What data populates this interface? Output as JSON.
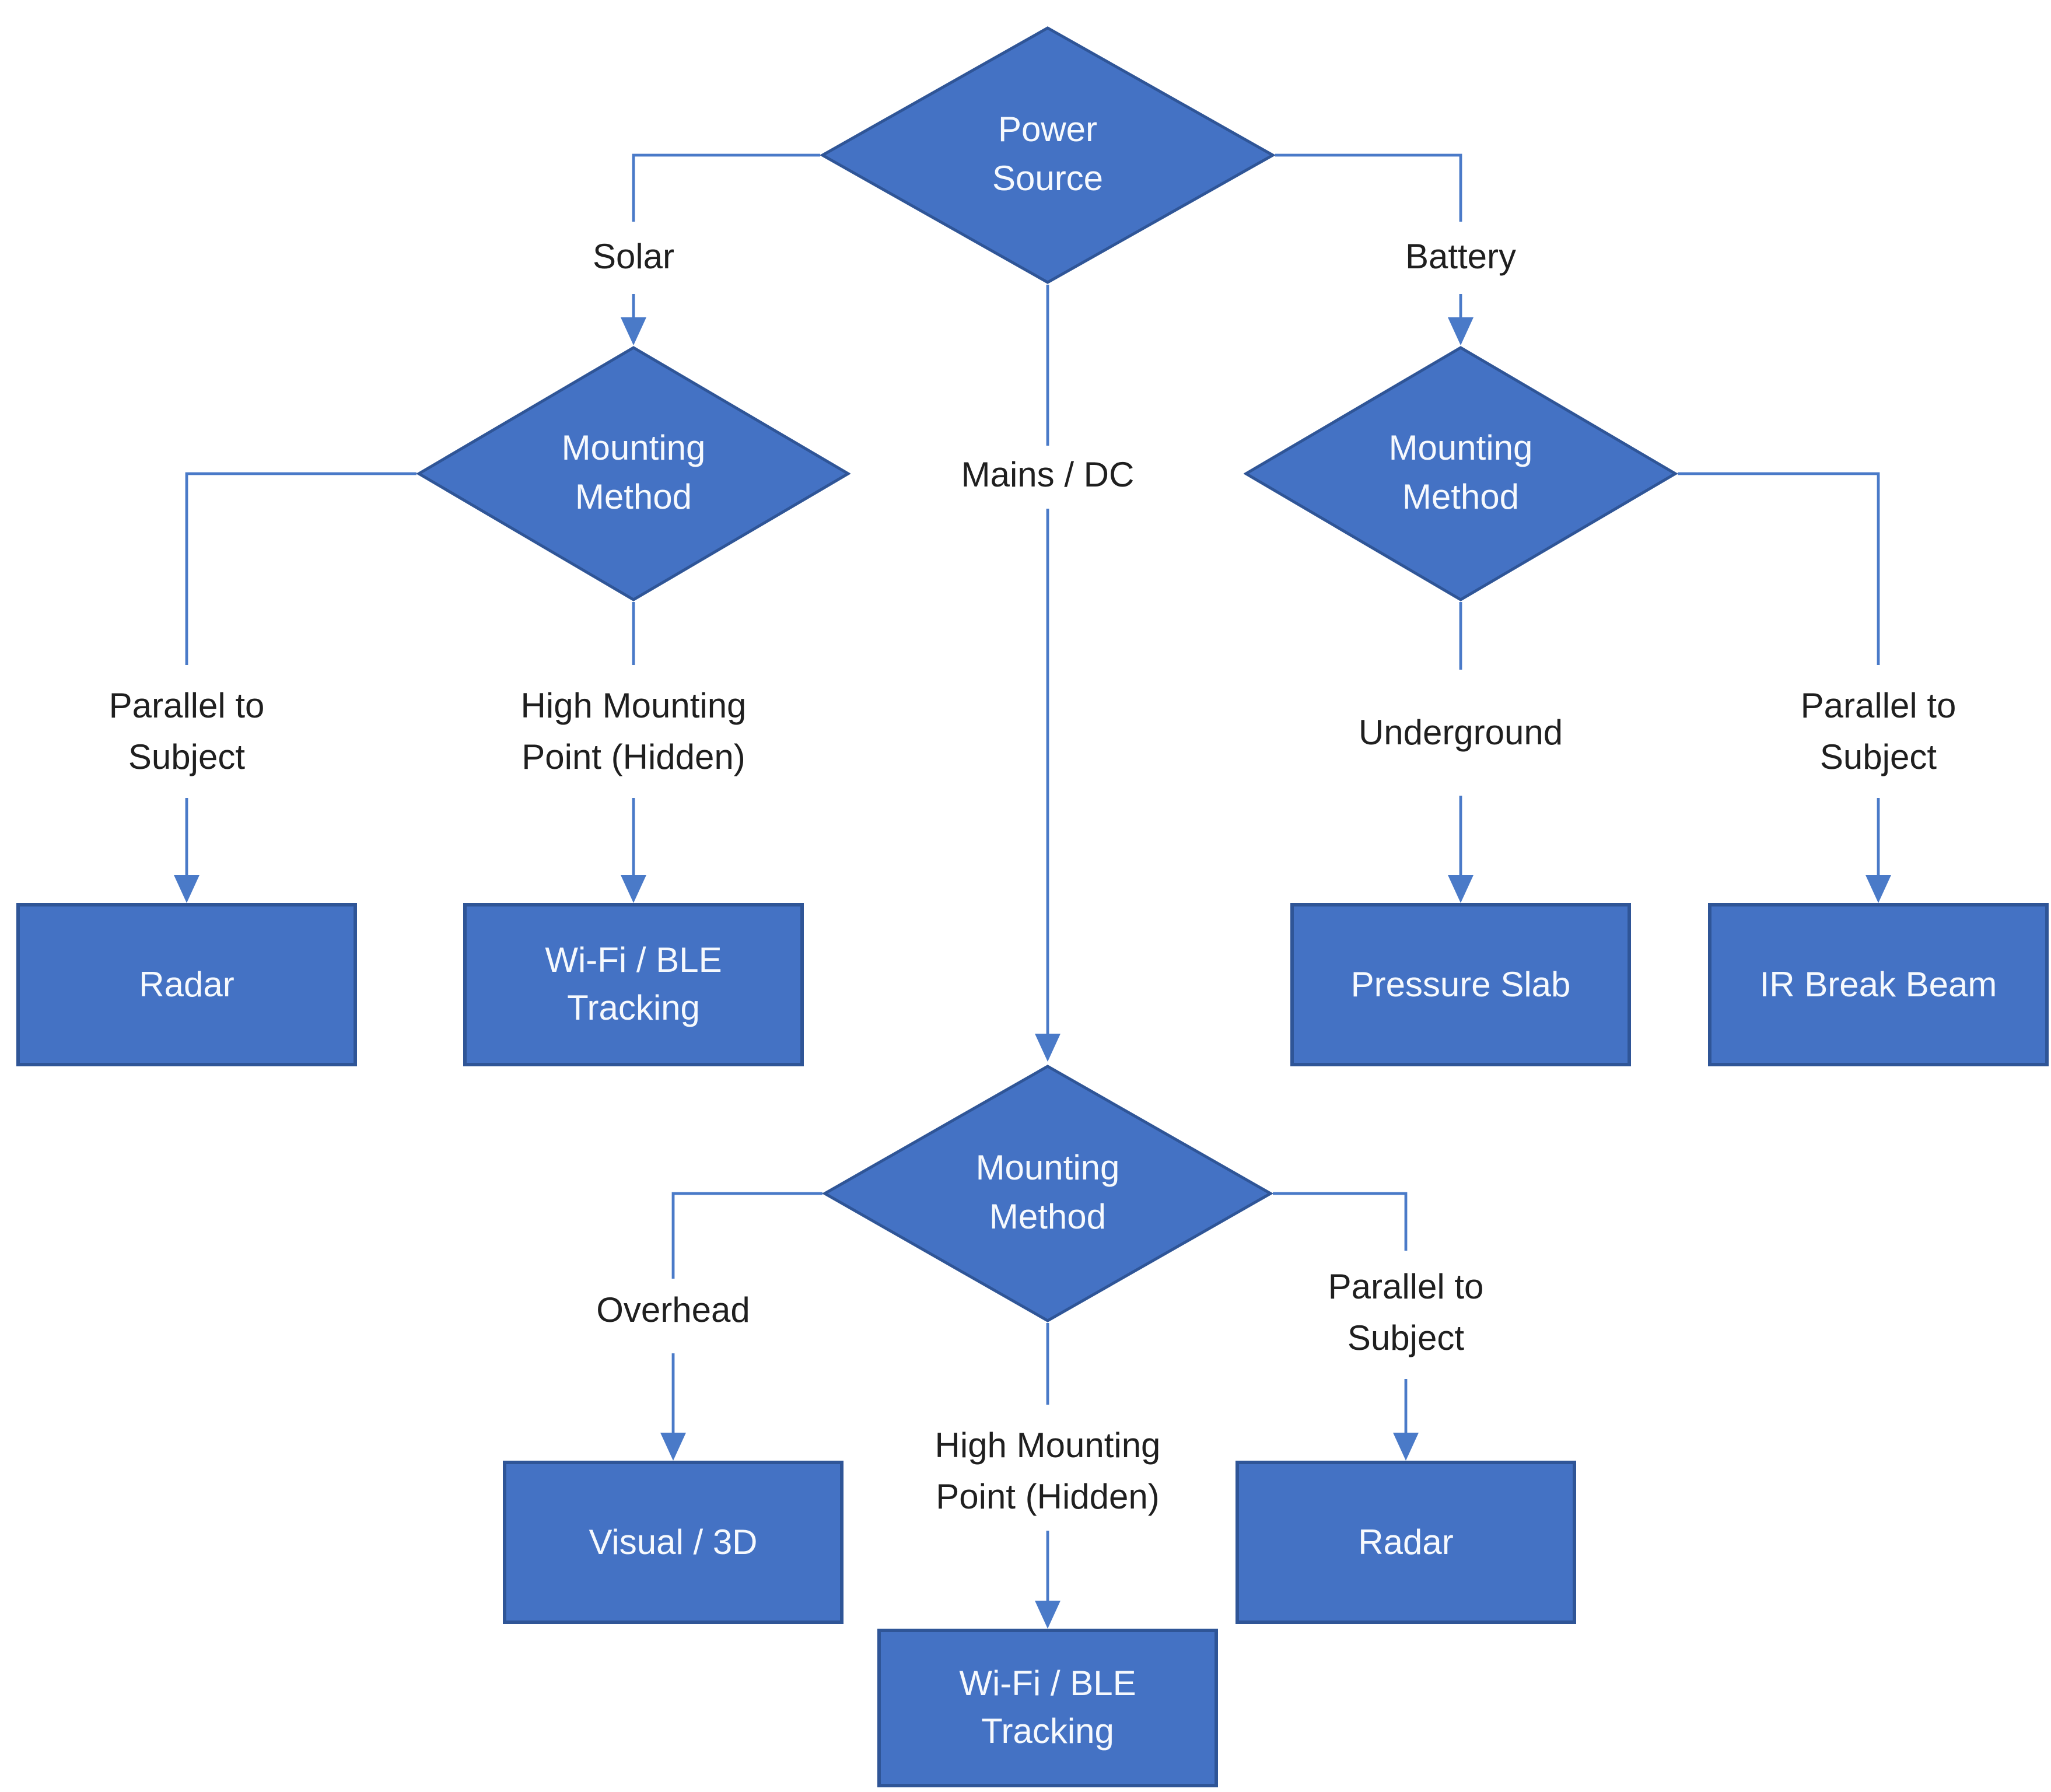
{
  "colors": {
    "shape_fill": "#4472C4",
    "shape_border": "#2F5597",
    "connector": "#4A7AC8",
    "shape_text": "#F6F9FD",
    "label_text": "#1F1F1F",
    "background": "#FFFFFF"
  },
  "nodes": {
    "power_source": {
      "line1": "Power",
      "line2": "Source"
    },
    "mounting_left": {
      "line1": "Mounting",
      "line2": "Method"
    },
    "mounting_right": {
      "line1": "Mounting",
      "line2": "Method"
    },
    "mounting_bottom": {
      "line1": "Mounting",
      "line2": "Method"
    }
  },
  "branch_labels": {
    "solar": "Solar",
    "battery": "Battery",
    "mains_dc": "Mains / DC",
    "parallel_left": {
      "line1": "Parallel to",
      "line2": "Subject"
    },
    "high_mount_left": {
      "line1": "High Mounting",
      "line2": "Point (Hidden)"
    },
    "underground": "Underground",
    "parallel_right": {
      "line1": "Parallel to",
      "line2": "Subject"
    },
    "overhead": "Overhead",
    "parallel_bottom": {
      "line1": "Parallel to",
      "line2": "Subject"
    },
    "high_mount_bottom": {
      "line1": "High Mounting",
      "line2": "Point (Hidden)"
    }
  },
  "outcomes": {
    "radar_left": "Radar",
    "wifi_left": {
      "line1": "Wi-Fi / BLE",
      "line2": "Tracking"
    },
    "pressure_slab": "Pressure Slab",
    "ir_break_beam": "IR Break Beam",
    "visual_3d": "Visual / 3D",
    "radar_bottom": "Radar",
    "wifi_bottom": {
      "line1": "Wi-Fi / BLE",
      "line2": "Tracking"
    }
  }
}
